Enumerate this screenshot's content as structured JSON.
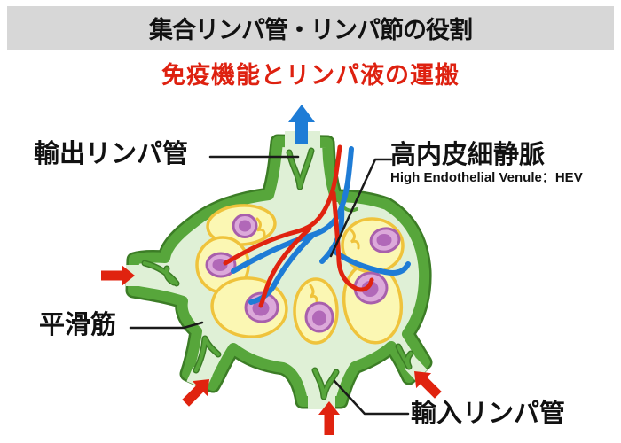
{
  "title": "集合リンパ管・リンパ節の役割",
  "subtitle": "免疫機能とリンパ液の運搬",
  "labels": {
    "efferent_vessel": "輸出リンパ管",
    "hev_jp": "高内皮細静脈",
    "hev_en": "High Endothelial Venule：HEV",
    "smooth_muscle": "平滑筋",
    "afferent_vessel": "輸入リンパ管"
  },
  "diagram": {
    "subject": "lymph-node-cross-section",
    "outflow_arrow": "blue-up-arrow",
    "inflow_arrows_count": 4,
    "follicle_count": 6,
    "cell_count": 6
  },
  "colors": {
    "banner_gray": "#D7D7D7",
    "subtitle_red": "#DE2110",
    "wall_green": "#57A63B",
    "wall_dark_green": "#3C7D26",
    "sinus_light_green": "#DFF0D6",
    "follicle_yellow": "#FBF7B3",
    "follicle_gold": "#EFC33C",
    "cell_pink": "#DCA9DA",
    "cell_nucleus_purple": "#B168B8",
    "artery_red": "#E0230F",
    "vein_blue": "#1E7CD6"
  }
}
